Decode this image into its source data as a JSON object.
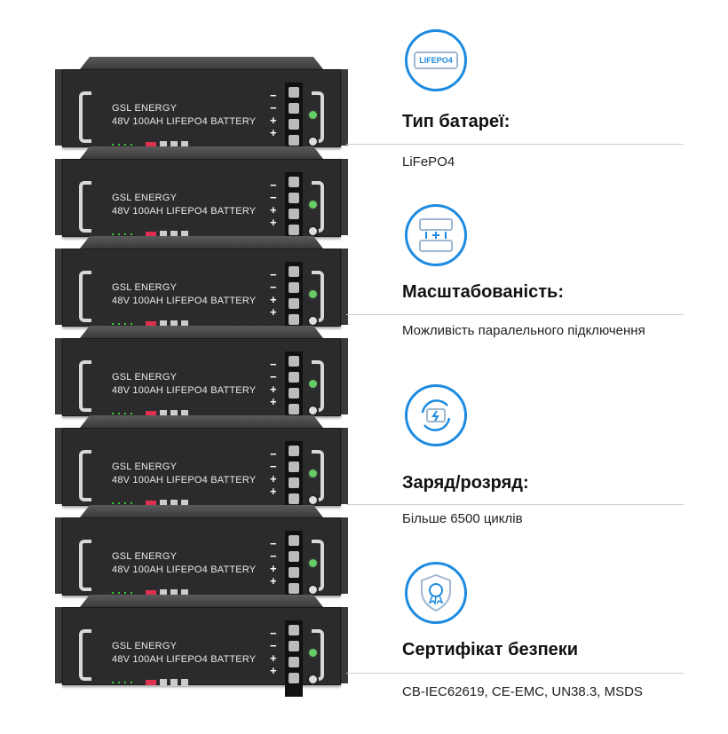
{
  "battery": {
    "brand": "GSL ENERGY",
    "model": "48V 100AH LIFEPO4 BATTERY",
    "signs": [
      "−",
      "−",
      "+",
      "+"
    ],
    "count": 7
  },
  "features": [
    {
      "icon": "lifepo4-battery-icon",
      "icon_text": "LIFEPO4",
      "title": "Тип батареї:",
      "text": "LiFePO4"
    },
    {
      "icon": "parallel-batteries-icon",
      "title": "Масштабованість:",
      "text": "Можливість паралельного підключення"
    },
    {
      "icon": "charge-cycle-icon",
      "title": "Заряд/розряд:",
      "text": "Більше 6500 циклів"
    },
    {
      "icon": "safety-shield-icon",
      "title": "Сертифікат безпеки",
      "text": "CB-IEC62619, CE-EMC, UN38.3, MSDS"
    }
  ],
  "colors": {
    "accent": "#1e8be0"
  }
}
